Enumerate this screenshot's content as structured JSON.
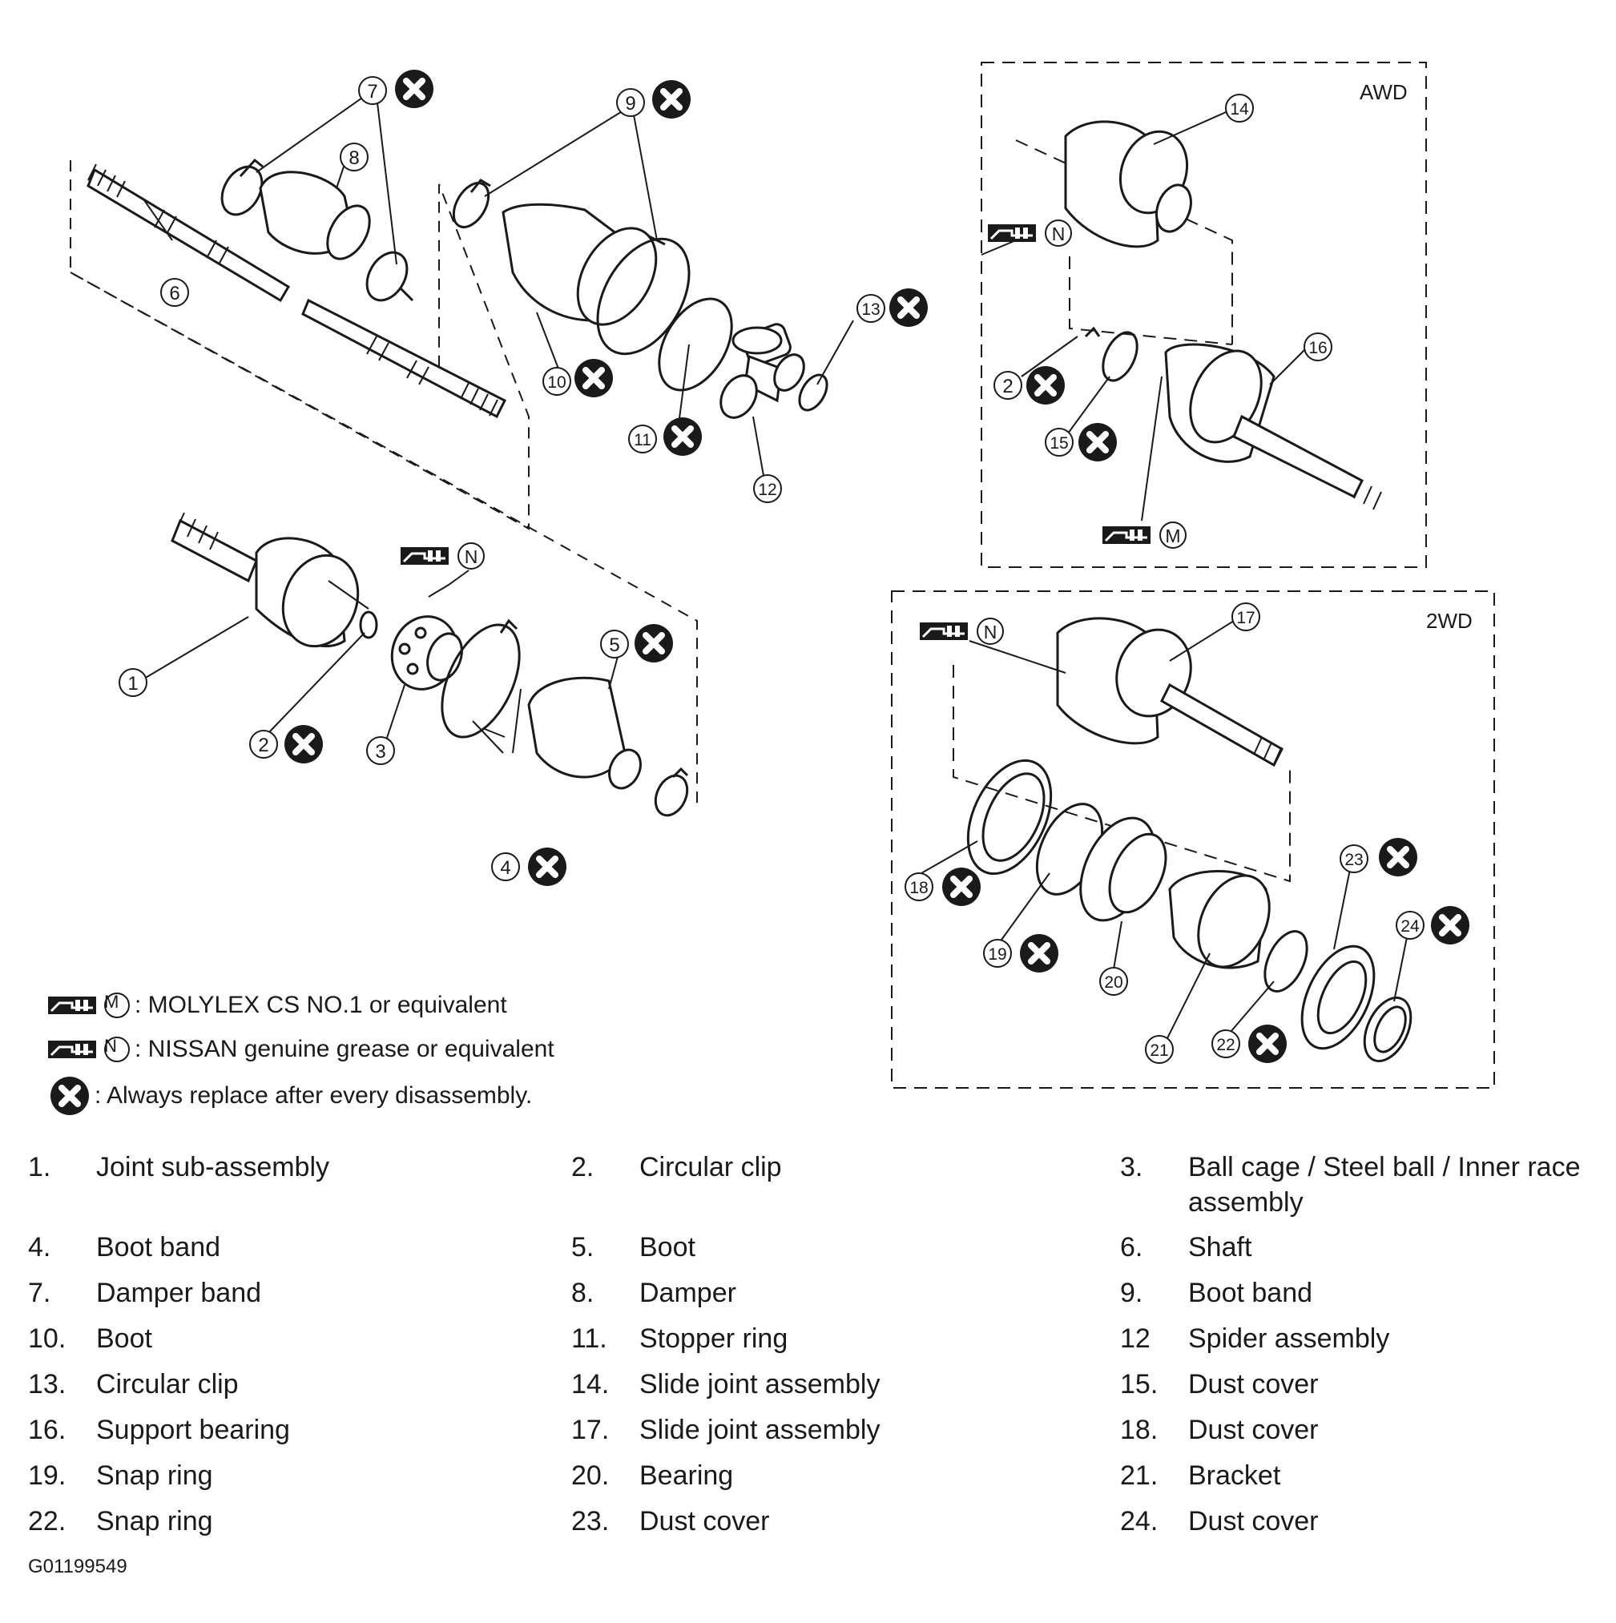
{
  "diagram": {
    "sections": {
      "awd": "AWD",
      "two_wd": "2WD"
    },
    "callouts": {
      "c1": "1",
      "c2": "2",
      "c3": "3",
      "c4": "4",
      "c5": "5",
      "c6": "6",
      "c7": "7",
      "c8": "8",
      "c9": "9",
      "c10": "10",
      "c11": "11",
      "c12": "12",
      "c13": "13",
      "c14": "14",
      "c2b": "2",
      "c15": "15",
      "c16": "16",
      "c17": "17",
      "c18": "18",
      "c19": "19",
      "c20": "20",
      "c21": "21",
      "c22": "22",
      "c23": "23",
      "c24": "24"
    },
    "grease_letters": {
      "m": "M",
      "n": "N"
    }
  },
  "legend": {
    "molylex": {
      "letter": "M",
      "text": ": MOLYLEX CS NO.1 or equivalent"
    },
    "nissan": {
      "letter": "N",
      "text": ": NISSAN genuine grease or equivalent"
    },
    "replace": {
      "text": ": Always replace after every disassembly."
    }
  },
  "parts": [
    {
      "num": "1.",
      "name": "Joint sub-assembly"
    },
    {
      "num": "2.",
      "name": "Circular clip"
    },
    {
      "num": "3.",
      "name": "Ball cage / Steel ball / Inner race assembly"
    },
    {
      "num": "4.",
      "name": "Boot band"
    },
    {
      "num": "5.",
      "name": "Boot"
    },
    {
      "num": "6.",
      "name": "Shaft"
    },
    {
      "num": "7.",
      "name": "Damper band"
    },
    {
      "num": "8.",
      "name": "Damper"
    },
    {
      "num": "9.",
      "name": "Boot band"
    },
    {
      "num": "10.",
      "name": "Boot"
    },
    {
      "num": "11.",
      "name": "Stopper ring"
    },
    {
      "num": "12",
      "name": "Spider assembly"
    },
    {
      "num": "13.",
      "name": "Circular clip"
    },
    {
      "num": "14.",
      "name": "Slide joint assembly"
    },
    {
      "num": "15.",
      "name": "Dust cover"
    },
    {
      "num": "16.",
      "name": "Support bearing"
    },
    {
      "num": "17.",
      "name": "Slide joint assembly"
    },
    {
      "num": "18.",
      "name": "Dust cover"
    },
    {
      "num": "19.",
      "name": "Snap ring"
    },
    {
      "num": "20.",
      "name": "Bearing"
    },
    {
      "num": "21.",
      "name": "Bracket"
    },
    {
      "num": "22.",
      "name": "Snap ring"
    },
    {
      "num": "23.",
      "name": "Dust cover"
    },
    {
      "num": "24.",
      "name": "Dust cover"
    }
  ],
  "figure_id": "G01199549",
  "colors": {
    "ink": "#1a1a1a",
    "paper": "#ffffff"
  }
}
